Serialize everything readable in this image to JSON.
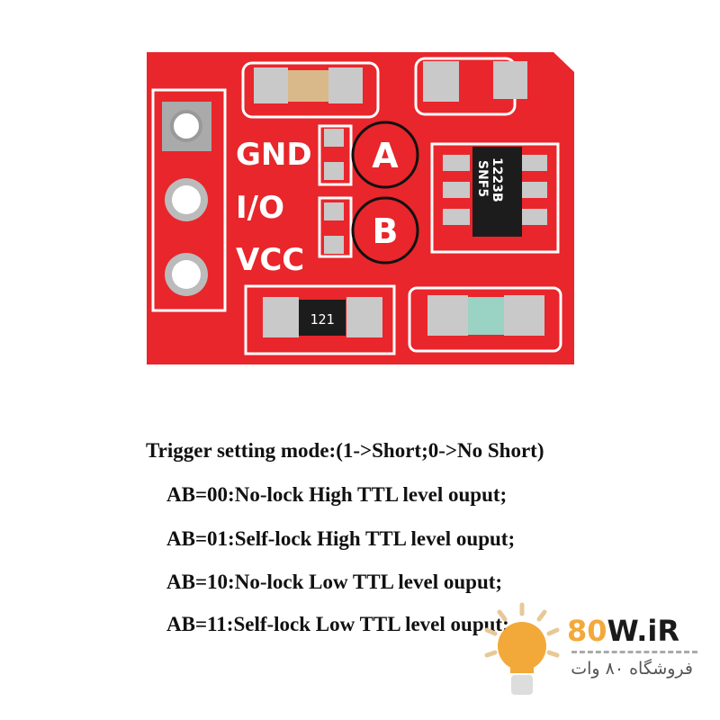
{
  "board": {
    "labels": {
      "gnd": "GND",
      "io": "I/O",
      "vcc": "VCC",
      "a": "A",
      "b": "B"
    },
    "chip_marking": [
      "1223B",
      "SNF5"
    ],
    "resistor_marking": "121",
    "colors": {
      "pcb": "#e8262b",
      "silk": "#ffffff",
      "pad": "#c9c9c9"
    }
  },
  "caption": {
    "title": "Trigger setting mode:(1->Short;0->No Short)",
    "modes": [
      "AB=00:No-lock High TTL level ouput;",
      "AB=01:Self-lock High TTL level ouput;",
      "AB=10:No-lock Low TTL level ouput;",
      "AB=11:Self-lock Low TTL level ouput;"
    ]
  },
  "watermark": {
    "brand_num": "80",
    "brand_rest": "W.iR",
    "persian": "فروشگاه ۸۰ وات",
    "bulb_color": "#f3a93a"
  }
}
